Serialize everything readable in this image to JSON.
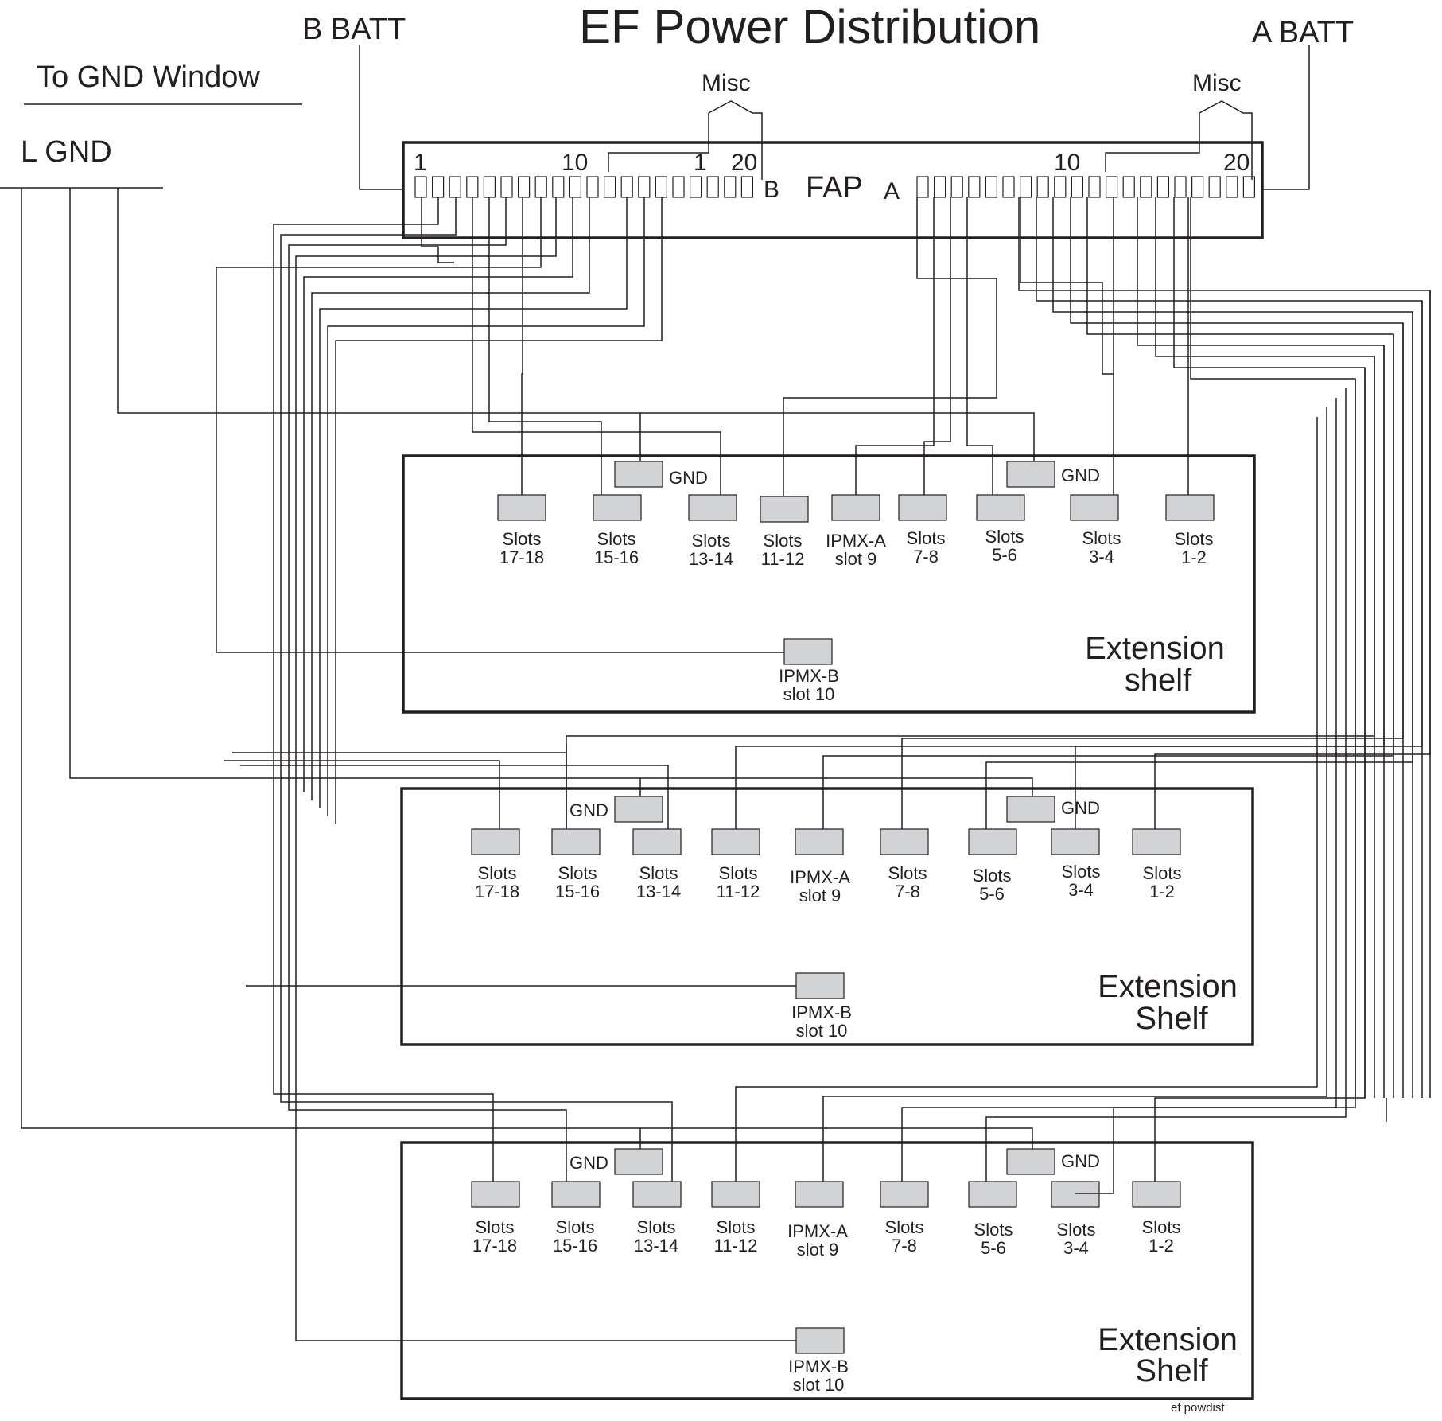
{
  "title": "EF Power Distribution",
  "b_batt": "B BATT",
  "a_batt": "A BATT",
  "to_gnd_window": "To GND Window",
  "l_gnd": "L GND",
  "misc_label": "Misc",
  "fap": {
    "label": "FAP",
    "b_side": "B",
    "a_side": "A",
    "b_numbers": [
      "1",
      "10",
      "1",
      "20"
    ],
    "a_numbers": [
      "10",
      "20"
    ]
  },
  "gnd_label": "GND",
  "shelves": [
    {
      "title_line1": "Extension",
      "title_line2": "shelf",
      "modules": [
        {
          "line1": "Slots",
          "line2": "17-18"
        },
        {
          "line1": "Slots",
          "line2": "15-16"
        },
        {
          "line1": "Slots",
          "line2": "13-14"
        },
        {
          "line1": "Slots",
          "line2": "11-12"
        },
        {
          "line1": "IPMX-A",
          "line2": "slot 9"
        },
        {
          "line1": "Slots",
          "line2": "7-8"
        },
        {
          "line1": "Slots",
          "line2": "5-6"
        },
        {
          "line1": "Slots",
          "line2": "3-4"
        },
        {
          "line1": "Slots",
          "line2": "1-2"
        }
      ],
      "ipmx_b": {
        "line1": "IPMX-B",
        "line2": "slot 10"
      }
    },
    {
      "title_line1": "Extension",
      "title_line2": "Shelf",
      "modules": [
        {
          "line1": "Slots",
          "line2": "17-18"
        },
        {
          "line1": "Slots",
          "line2": "15-16"
        },
        {
          "line1": "Slots",
          "line2": "13-14"
        },
        {
          "line1": "Slots",
          "line2": "11-12"
        },
        {
          "line1": "IPMX-A",
          "line2": "slot 9"
        },
        {
          "line1": "Slots",
          "line2": "7-8"
        },
        {
          "line1": "Slots",
          "line2": "5-6"
        },
        {
          "line1": "Slots",
          "line2": "3-4"
        },
        {
          "line1": "Slots",
          "line2": "1-2"
        }
      ],
      "ipmx_b": {
        "line1": "IPMX-B",
        "line2": "slot 10"
      }
    },
    {
      "title_line1": "Extension",
      "title_line2": "Shelf",
      "modules": [
        {
          "line1": "Slots",
          "line2": "17-18"
        },
        {
          "line1": "Slots",
          "line2": "15-16"
        },
        {
          "line1": "Slots",
          "line2": "13-14"
        },
        {
          "line1": "Slots",
          "line2": "11-12"
        },
        {
          "line1": "IPMX-A",
          "line2": "slot 9"
        },
        {
          "line1": "Slots",
          "line2": "7-8"
        },
        {
          "line1": "Slots",
          "line2": "5-6"
        },
        {
          "line1": "Slots",
          "line2": "3-4"
        },
        {
          "line1": "Slots",
          "line2": "1-2"
        }
      ],
      "ipmx_b": {
        "line1": "IPMX-B",
        "line2": "slot 10"
      }
    }
  ],
  "footer_tag": "ef powdist",
  "colors": {
    "line": "#231f20",
    "module_fill": "#d1d3d4"
  }
}
